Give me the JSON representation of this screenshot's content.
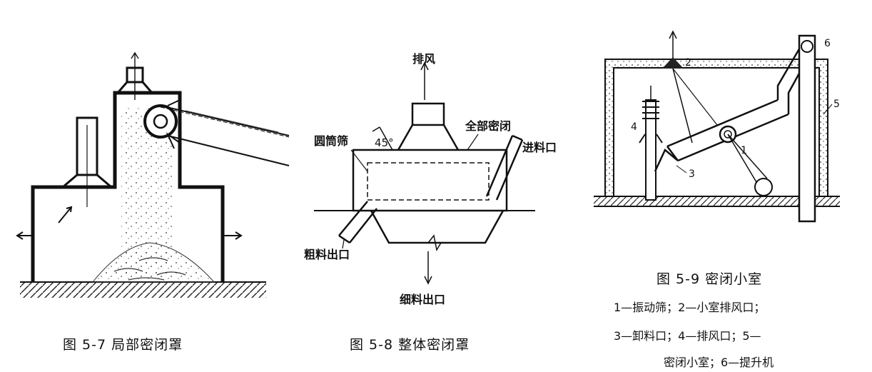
{
  "figures": [
    {
      "id": "5-7",
      "caption": "图 5-7   局部密闭罩"
    },
    {
      "id": "5-8",
      "caption": "图 5-8   整体密闭罩",
      "labels": {
        "exhaust": "排风",
        "drum_screen": "圆筒筛",
        "angle": "45°",
        "full_enclosure": "全部密闭",
        "feed_inlet": "进料口",
        "coarse_outlet": "粗料出口",
        "fine_outlet": "细料出口"
      }
    },
    {
      "id": "5-9",
      "caption": "图 5-9   密闭小室",
      "legend_lines": [
        "1—振动筛；2—小室排风口；",
        "3—卸料口；4—排风口；5—",
        "密闭小室；6—提升机"
      ],
      "callouts": [
        "1",
        "2",
        "3",
        "4",
        "5",
        "6"
      ]
    }
  ]
}
